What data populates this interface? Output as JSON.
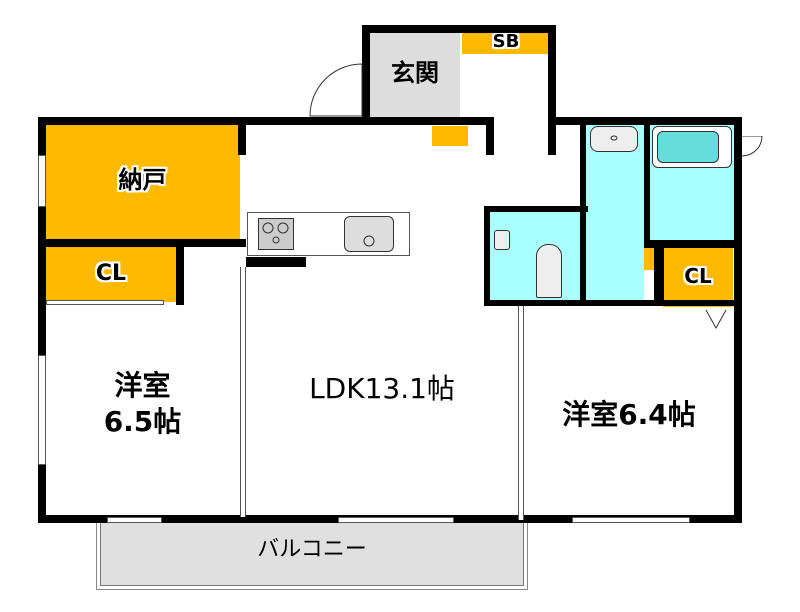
{
  "floor_plan": {
    "colors": {
      "storage": "#FFBA00",
      "wet_area": "#AAFFFF",
      "entrance": "#DDDDDD",
      "balcony": "#E0E0E0",
      "wall": "#000000",
      "room": "#FFFFFF"
    },
    "rooms": {
      "storage_room": {
        "label": "納戸"
      },
      "closet_left": {
        "label": "CL"
      },
      "western_room_left": {
        "label_line1": "洋室",
        "label_line2": "6.5帖"
      },
      "ldk": {
        "label": "LDK13.1帖"
      },
      "western_room_right": {
        "label": "洋室6.4帖"
      },
      "closet_right": {
        "label": "CL"
      },
      "entrance": {
        "label": "玄関"
      },
      "shoe_box": {
        "label": "SB"
      },
      "balcony": {
        "label": "バルコニー"
      }
    },
    "fixtures": [
      "stove-icon",
      "sink-icon",
      "washbasin-icon",
      "bathtub-icon",
      "toilet-icon",
      "hand-sink-icon"
    ]
  }
}
